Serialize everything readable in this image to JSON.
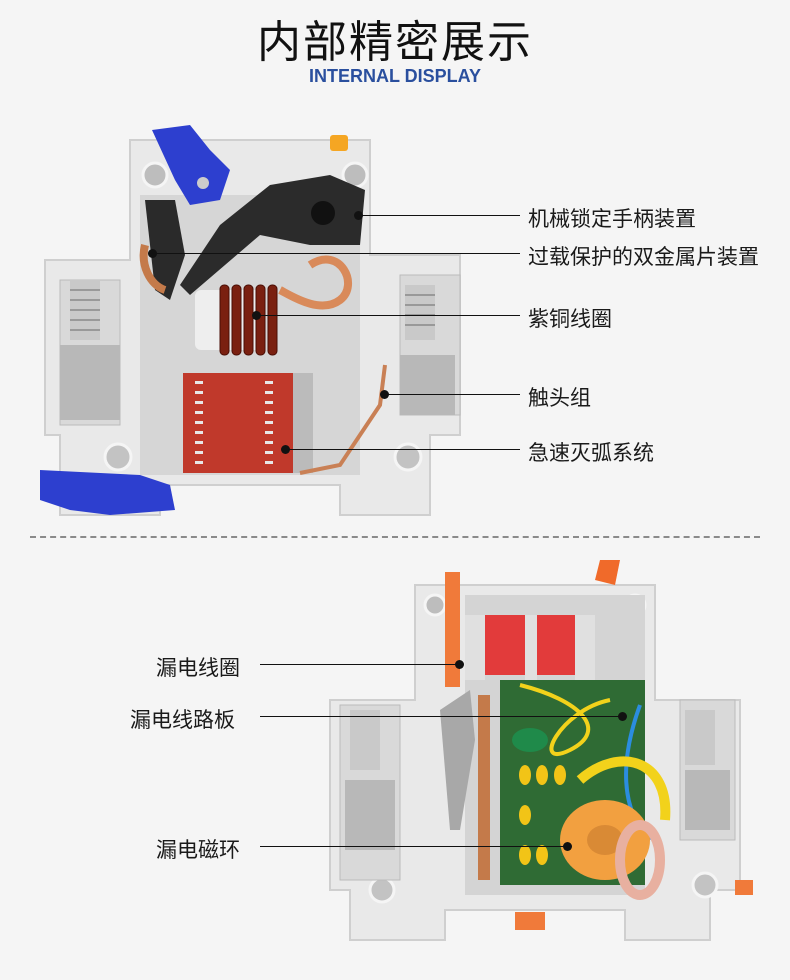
{
  "header": {
    "title": "内部精密展示",
    "subtitle": "INTERNAL DISPLAY",
    "subtitle_color": "#2a4f9e"
  },
  "mcb_diagram": {
    "description": "Miniature circuit breaker cutaway",
    "labels": [
      {
        "text": "机械锁定手柄装置"
      },
      {
        "text": "过载保护的双金属片装置"
      },
      {
        "text": "紫铜线圈"
      },
      {
        "text": "触头组"
      },
      {
        "text": "急速灭弧系统"
      }
    ]
  },
  "rcd_diagram": {
    "description": "Residual current device cutaway",
    "labels": [
      {
        "text": "漏电线圈"
      },
      {
        "text": "漏电线路板"
      },
      {
        "text": "漏电磁环"
      }
    ]
  }
}
